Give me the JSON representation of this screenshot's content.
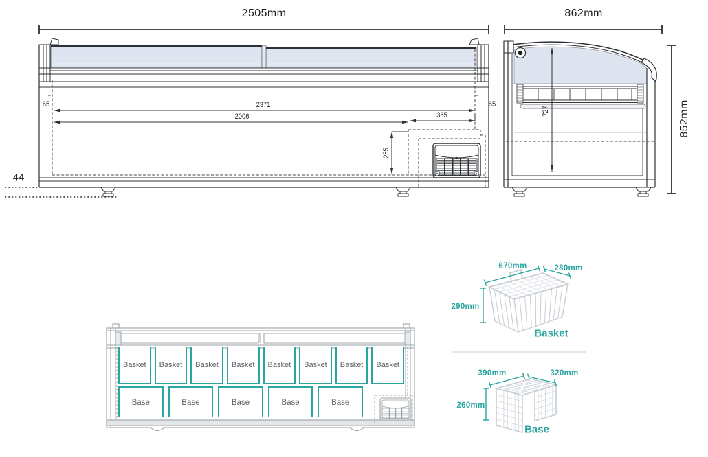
{
  "front_view": {
    "overall_width": "2505mm",
    "inner_width": "2371",
    "left_inset": "65",
    "right_inset": "65",
    "usable_width": "2006",
    "machine_compartment_width": "365",
    "machine_compartment_height": "255",
    "foot_height": "44"
  },
  "side_view": {
    "overall_depth": "862mm",
    "overall_height": "852mm",
    "inner_height": "727"
  },
  "layout_view": {
    "baskets": [
      "Basket",
      "Basket",
      "Basket",
      "Basket",
      "Basket",
      "Basket",
      "Basket",
      "Basket"
    ],
    "bases": [
      "Base",
      "Base",
      "Base",
      "Base",
      "Base"
    ]
  },
  "basket_detail": {
    "length": "670mm",
    "depth": "280mm",
    "height": "290mm",
    "label": "Basket"
  },
  "base_detail": {
    "length": "390mm",
    "depth": "320mm",
    "height": "260mm",
    "label": "Base"
  },
  "colors": {
    "accent_teal": "#2aa5a0",
    "glass_blue": "#dee4f0",
    "drawing_line": "#2e3134",
    "layout_gray": "#9aa1a7"
  }
}
